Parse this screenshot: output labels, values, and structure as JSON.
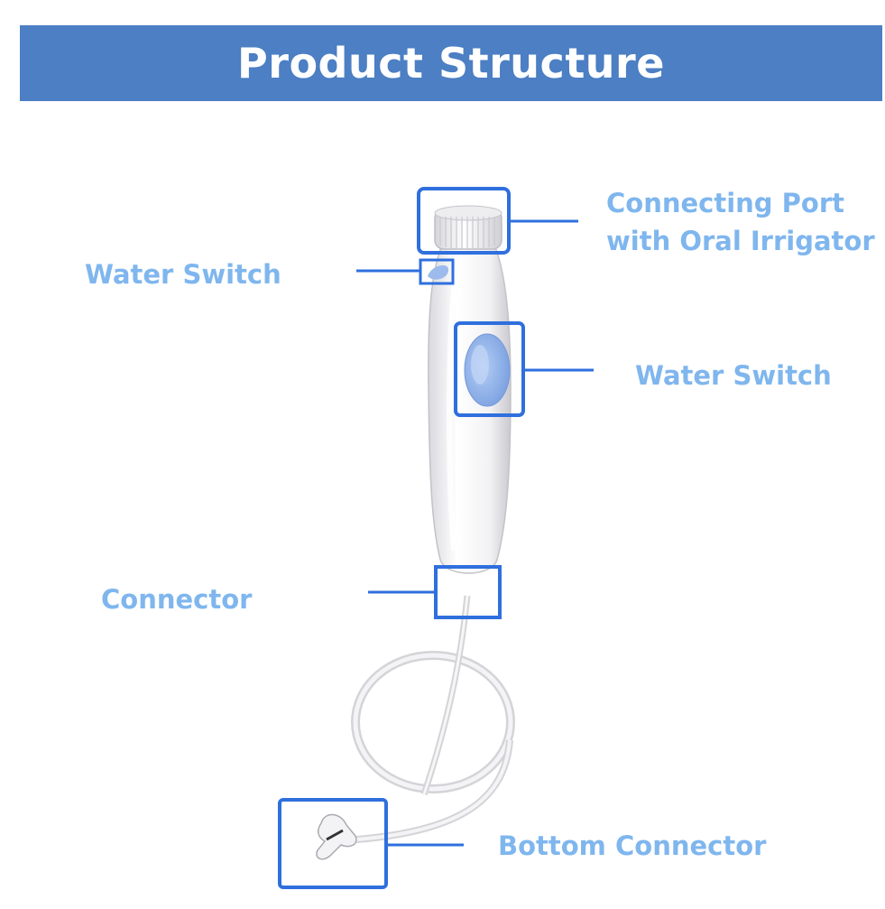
{
  "header": {
    "title": "Product Structure"
  },
  "labels": {
    "connecting_port_line1": "Connecting Port",
    "connecting_port_line2": "with Oral Irrigator",
    "water_switch_left": "Water Switch",
    "water_switch_right": "Water Switch",
    "connector": "Connector",
    "bottom_connector": "Bottom Connector"
  },
  "colors": {
    "header_bg": "#4c7fc3",
    "label_text": "#7fb6ee",
    "callout_box": "#2f6fde",
    "switch_blue": "#8fb2ec"
  }
}
